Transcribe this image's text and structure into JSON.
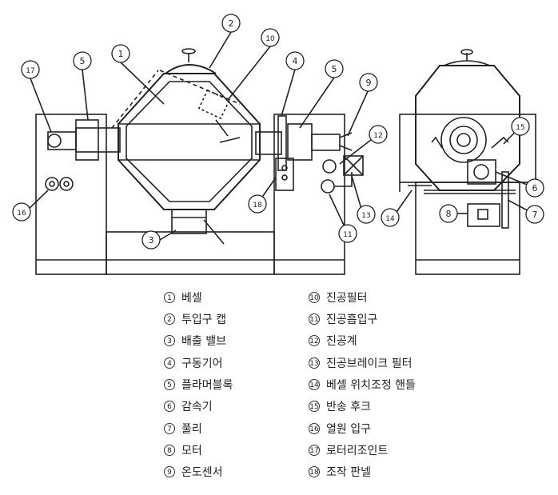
{
  "callouts": [
    "1",
    "2",
    "3",
    "4",
    "5",
    "6",
    "7",
    "8",
    "9",
    "10",
    "11",
    "12",
    "13",
    "14",
    "15",
    "16",
    "17",
    "18"
  ],
  "legend": [
    {
      "num": "1",
      "label": "베셀"
    },
    {
      "num": "2",
      "label": "투입구 캡"
    },
    {
      "num": "3",
      "label": "배출 밸브"
    },
    {
      "num": "4",
      "label": "구동기어"
    },
    {
      "num": "5",
      "label": "플라머블록"
    },
    {
      "num": "6",
      "label": "감속기"
    },
    {
      "num": "7",
      "label": "풀리"
    },
    {
      "num": "8",
      "label": "모터"
    },
    {
      "num": "9",
      "label": "온도센서"
    },
    {
      "num": "10",
      "label": "진공필터"
    },
    {
      "num": "11",
      "label": "진공흡입구"
    },
    {
      "num": "12",
      "label": "진공계"
    },
    {
      "num": "13",
      "label": "진공브레이크 필터"
    },
    {
      "num": "14",
      "label": "베셀 위치조정 핸들"
    },
    {
      "num": "15",
      "label": "반송 후크"
    },
    {
      "num": "16",
      "label": "열원 입구"
    },
    {
      "num": "17",
      "label": "로터리조인트"
    },
    {
      "num": "18",
      "label": "조작 판넬"
    }
  ]
}
